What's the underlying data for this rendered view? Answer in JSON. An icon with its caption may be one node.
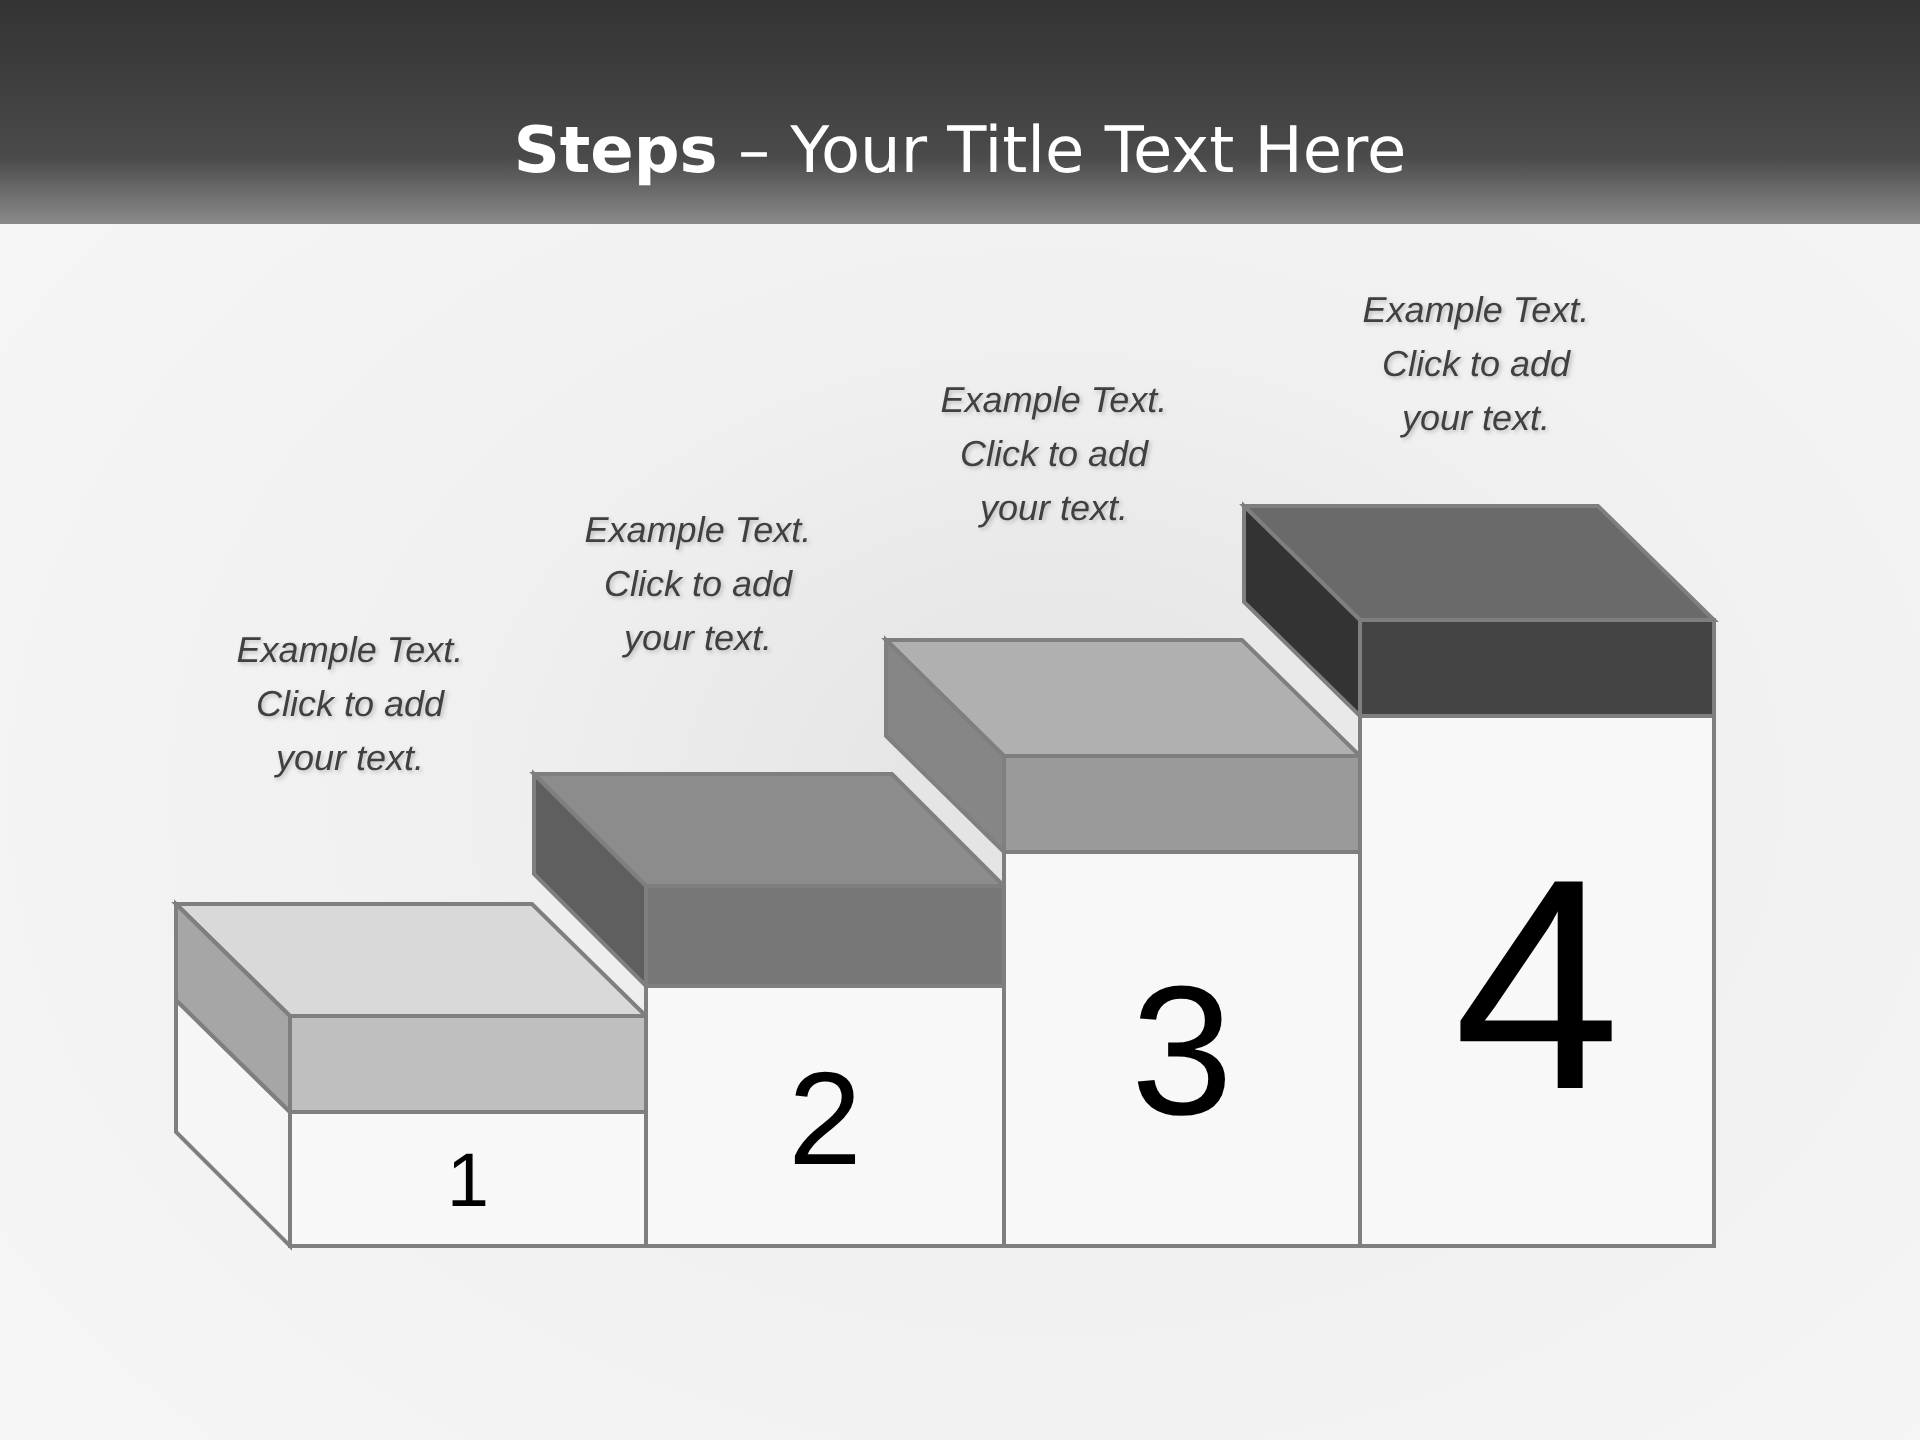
{
  "diagram": {
    "title": "**Steps** – Your Title Text Here",
    "nodes": [
      {
        "text": [
          "1"
        ]
      },
      {
        "text": [
          "2"
        ]
      },
      {
        "text": [
          "3"
        ]
      },
      {
        "text": [
          "4"
        ]
      }
    ],
    "labels": [
      "Example Text. Click to add your text.",
      "Example Text. Click to add your text.",
      "Example Text. Click to add your text.",
      "Example Text. Click to add your text."
    ]
  }
}
